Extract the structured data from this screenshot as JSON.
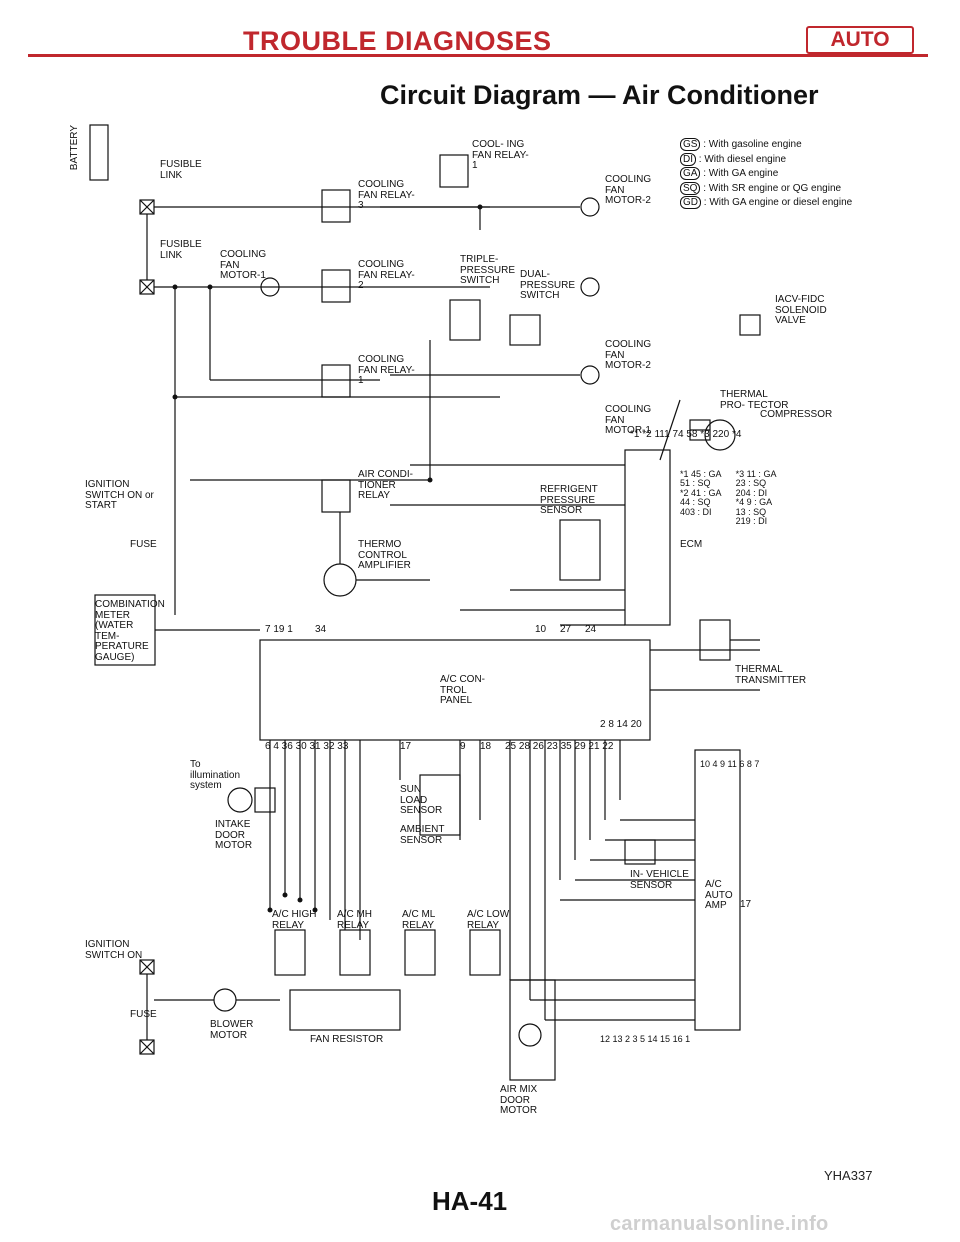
{
  "header": {
    "title": "TROUBLE DIAGNOSES",
    "badge": "AUTO"
  },
  "page_title": "Circuit Diagram — Air Conditioner",
  "figure_id": "YHA337",
  "page_number": "HA-41",
  "footer": "carmanualsonline.info",
  "colors": {
    "accent": "#c0272d",
    "line": "#111111",
    "watermark": "#cfcfcf"
  },
  "labels": {
    "battery": "BATTERY",
    "fusible_link_1": "FUSIBLE LINK",
    "fusible_link_2": "FUSIBLE LINK",
    "cooling_fan_motor_1a": "COOLING FAN MOTOR-1",
    "cooling_fan_relay_3": "COOLING FAN RELAY-3",
    "cooling_fan_relay_2": "COOLING FAN RELAY-2",
    "cooling_fan_relay_1": "COOLING FAN RELAY-1",
    "cooling_fan_relay_1b": "COOL- ING FAN RELAY-1",
    "triple_pressure_switch": "TRIPLE- PRESSURE SWITCH",
    "dual_pressure_switch": "DUAL- PRESSURE SWITCH",
    "cooling_fan_motor_2a": "COOLING FAN MOTOR-2",
    "cooling_fan_motor_2b": "COOLING FAN MOTOR-2",
    "cooling_fan_motor_1b": "COOLING FAN MOTOR-1",
    "ignition_switch_on_start": "IGNITION SWITCH ON or START",
    "fuse_1": "FUSE",
    "air_conditioner_relay": "AIR CONDI- TIONER RELAY",
    "thermo_control_amplifier": "THERMO CONTROL AMPLIFIER",
    "refrigerant_pressure_sensor": "REFRIGENT PRESSURE SENSOR",
    "ecm": "ECM",
    "thermal_protector": "THERMAL PRO- TECTOR",
    "compressor": "COMPRESSOR",
    "iacv_fidc": "IACV-FIDC SOLENOID VALVE",
    "combination_meter": "COMBINATION METER (WATER TEM- PERATURE GAUGE)",
    "to_illumination": "To illumination system",
    "ac_control_panel": "A/C CON- TROL PANEL",
    "thermal_transmitter": "THERMAL TRANSMITTER",
    "intake_door_motor": "INTAKE DOOR MOTOR",
    "sun_load_sensor": "SUN LOAD SENSOR",
    "ambient_sensor": "AMBIENT SENSOR",
    "in_vehicle_sensor": "IN- VEHICLE SENSOR",
    "ac_auto_amp": "A/C AUTO AMP",
    "ignition_switch_on": "IGNITION SWITCH ON",
    "fuse_2": "FUSE",
    "blower_motor": "BLOWER MOTOR",
    "ac_high_relay": "A/C HIGH RELAY",
    "ac_mh_relay": "A/C MH RELAY",
    "ac_ml_relay": "A/C ML RELAY",
    "ac_low_relay": "A/C LOW RELAY",
    "fan_resistor": "FAN RESISTOR",
    "air_mix_door_motor": "AIR MIX DOOR MOTOR"
  },
  "legend": [
    {
      "code": "GS",
      "text": ": With gasoline engine"
    },
    {
      "code": "DI",
      "text": ": With diesel engine"
    },
    {
      "code": "GA",
      "text": ": With GA engine"
    },
    {
      "code": "SQ",
      "text": ": With SR engine or QG engine"
    },
    {
      "code": "GD",
      "text": ": With GA engine or diesel engine"
    }
  ],
  "ecm_pin_table": {
    "col1": [
      "*1  45 :",
      "51 :",
      "*2  41 :",
      "44 :",
      "403 :"
    ],
    "col1_codes": [
      "GA",
      "SQ",
      "GA",
      "SQ",
      "DI"
    ],
    "col2": [
      "*3  11 :",
      "23 :",
      "204 :",
      "*4  9 :",
      "13 :",
      "219 :"
    ],
    "col2_codes": [
      "GA",
      "SQ",
      "DI",
      "GA",
      "SQ",
      "DI"
    ]
  },
  "pins": {
    "ecm_top": "*1   *2  111  74   58   *3  220  *4",
    "panel_left": "7   19   1",
    "panel_right": "34",
    "panel_bottom_left": "6  4  36  30  31  32  33",
    "panel_bottom_17": "17",
    "panel_bottom_9": "9",
    "panel_bottom_18": "18",
    "panel_bottom_right": "25  28  26  23  35  29  21  22",
    "panel_10": "10",
    "panel_27": "27",
    "panel_24": "24",
    "panel_20": "2   8   14   20",
    "amp_pins_top": "10  4  9  11  6  8  7",
    "amp_pins_bottom": "12  13  2  3  5  14  15  16  1",
    "amp_17": "17"
  }
}
